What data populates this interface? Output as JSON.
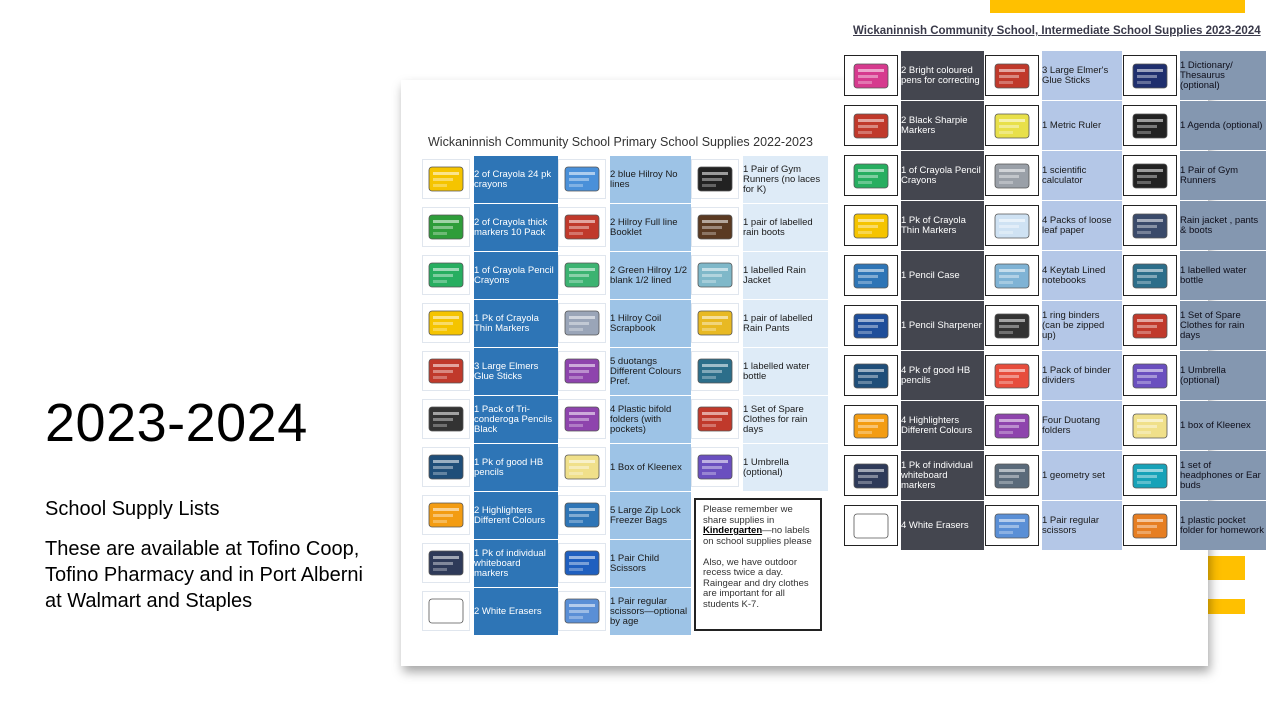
{
  "slide": {
    "title": "2023-2024",
    "subtitle": "School Supply Lists",
    "body": "These are available at Tofino Coop, Tofino Pharmacy and in Port Alberni at Walmart and Staples"
  },
  "primary": {
    "title": "Wickaninnish Community School  Primary School Supplies 2022-2023",
    "rows": [
      [
        {
          "text": "2 of Crayola 24 pk crayons",
          "icon": "crayon-box-icon",
          "color": "#f5c400"
        },
        {
          "text": "2 blue Hilroy No lines",
          "icon": "notebook-icon",
          "color": "#4a90d9"
        },
        {
          "text": "1 Pair of Gym Runners (no laces for K)",
          "icon": "runners-icon",
          "color": "#222222"
        }
      ],
      [
        {
          "text": "2 of Crayola thick markers 10 Pack",
          "icon": "markers-box-icon",
          "color": "#2e9d3a"
        },
        {
          "text": "2 Hilroy Full line Booklet",
          "icon": "booklet-icon",
          "color": "#c0392b"
        },
        {
          "text": "1 pair of labelled rain boots",
          "icon": "rain-boots-icon",
          "color": "#5a3a22"
        }
      ],
      [
        {
          "text": "1 of Crayola Pencil Crayons",
          "icon": "pencil-crayons-icon",
          "color": "#27ae60"
        },
        {
          "text": "2 Green Hilroy 1/2 blank 1/2 lined",
          "icon": "green-notebook-icon",
          "color": "#3cb371"
        },
        {
          "text": "1 labelled Rain Jacket",
          "icon": "rain-jacket-icon",
          "color": "#7fb8c9"
        }
      ],
      [
        {
          "text": "1 Pk of Crayola Thin Markers",
          "icon": "thin-markers-icon",
          "color": "#f5c400"
        },
        {
          "text": "1 Hilroy Coil Scrapbook",
          "icon": "scrapbook-icon",
          "color": "#9aa5b8"
        },
        {
          "text": "1 pair of labelled Rain Pants",
          "icon": "rain-pants-icon",
          "color": "#e8b923"
        }
      ],
      [
        {
          "text": "3 Large Elmers Glue Sticks",
          "icon": "glue-stick-icon",
          "color": "#c0392b"
        },
        {
          "text": "5 duotangs Different Colours Pref.",
          "icon": "duotang-icon",
          "color": "#8e44ad"
        },
        {
          "text": "1 labelled water bottle",
          "icon": "water-bottle-icon",
          "color": "#2c6e8a"
        }
      ],
      [
        {
          "text": "1 Pack of Tri-conderoga Pencils Black",
          "icon": "pencils-icon",
          "color": "#333333"
        },
        {
          "text": "4 Plastic bifold folders (with pockets)",
          "icon": "folder-icon",
          "color": "#8e44ad"
        },
        {
          "text": "1 Set of Spare Clothes for rain days",
          "icon": "clothes-rack-icon",
          "color": "#c0392b"
        }
      ],
      [
        {
          "text": "1 Pk of good HB pencils",
          "icon": "hb-pencils-icon",
          "color": "#1f4e79"
        },
        {
          "text": "1 Box of Kleenex",
          "icon": "tissue-box-icon",
          "color": "#f0e08a"
        },
        {
          "text": "1 Umbrella (optional)",
          "icon": "umbrella-icon",
          "color": "#6a4fbf"
        }
      ],
      [
        {
          "text": "2 Highlighters Different Colours",
          "icon": "highlighters-icon",
          "color": "#f39c12"
        },
        {
          "text": "5 Large Zip Lock Freezer Bags",
          "icon": "ziploc-bag-icon",
          "color": "#2e75b6"
        }
      ],
      [
        {
          "text": "1 Pk of individual whiteboard markers",
          "icon": "whiteboard-markers-icon",
          "color": "#2e3a59"
        },
        {
          "text": "1 Pair Child Scissors",
          "icon": "scissors-icon",
          "color": "#1f5fbf"
        }
      ],
      [
        {
          "text": "2 White Erasers",
          "icon": "eraser-icon",
          "color": "#ffffff"
        },
        {
          "text": "1 Pair regular scissors—optional by age",
          "icon": "regular-scissors-icon",
          "color": "#5a8fd6"
        }
      ]
    ],
    "note": {
      "line1": "Please remember we share supplies in",
      "emphasis": "Kindergarten",
      "line2": "—no labels on school supplies please",
      "line3": "Also, we have outdoor recess twice a day. Raingear and dry clothes are important for all students K-7."
    }
  },
  "intermediate": {
    "title": "Wickaninnish Community School, Intermediate School Supplies 2023-2024",
    "rows": [
      [
        {
          "text": "2 Bright coloured pens for correcting",
          "icon": "pens-icon",
          "color": "#d63a8e"
        },
        {
          "text": "3 Large Elmer's Glue Sticks",
          "icon": "glue-stick-icon",
          "color": "#c0392b"
        },
        {
          "text": "1 Dictionary/ Thesaurus (optional)",
          "icon": "dictionary-icon",
          "color": "#1f2f6e"
        }
      ],
      [
        {
          "text": "2 Black Sharpie Markers",
          "icon": "sharpie-icon",
          "color": "#c0392b"
        },
        {
          "text": "1 Metric Ruler",
          "icon": "ruler-icon",
          "color": "#e8e04a"
        },
        {
          "text": "1 Agenda (optional)",
          "icon": "agenda-icon",
          "color": "#222222"
        }
      ],
      [
        {
          "text": "1 of Crayola Pencil Crayons",
          "icon": "pencil-crayons-icon",
          "color": "#27ae60"
        },
        {
          "text": "1 scientific calculator",
          "icon": "calculator-icon",
          "color": "#9aa0a8"
        },
        {
          "text": "1 Pair of Gym Runners",
          "icon": "runners-icon",
          "color": "#222222"
        }
      ],
      [
        {
          "text": "1 Pk of Crayola Thin Markers",
          "icon": "thin-markers-icon",
          "color": "#f5c400"
        },
        {
          "text": "4 Packs of loose leaf paper",
          "icon": "loose-leaf-icon",
          "color": "#cfe2f3"
        },
        {
          "text": "Rain jacket , pants & boots",
          "icon": "rain-jacket-icon",
          "color": "#3a4a6a"
        }
      ],
      [
        {
          "text": "1 Pencil Case",
          "icon": "pencil-case-icon",
          "color": "#2e75b6"
        },
        {
          "text": "4 Keytab Lined notebooks",
          "icon": "notebooks-icon",
          "color": "#7fb3d5"
        },
        {
          "text": "1 labelled water bottle",
          "icon": "water-bottle-icon",
          "color": "#2c6e8a"
        }
      ],
      [
        {
          "text": "1 Pencil Sharpener",
          "icon": "sharpener-icon",
          "color": "#1f4e9a"
        },
        {
          "text": "1 ring binders (can be zipped up)",
          "icon": "binder-icon",
          "color": "#333333"
        },
        {
          "text": "1 Set of Spare Clothes for rain days",
          "icon": "clothes-rack-icon",
          "color": "#c0392b"
        }
      ],
      [
        {
          "text": "4 Pk of good HB pencils",
          "icon": "hb-pencils-icon",
          "color": "#1f4e79"
        },
        {
          "text": "1 Pack of binder dividers",
          "icon": "dividers-icon",
          "color": "#e74c3c"
        },
        {
          "text": "1 Umbrella (optional)",
          "icon": "umbrella-icon",
          "color": "#6a4fbf"
        }
      ],
      [
        {
          "text": "4 Highlighters Different Colours",
          "icon": "highlighters-icon",
          "color": "#f39c12"
        },
        {
          "text": "Four Duotang folders",
          "icon": "duotang-icon",
          "color": "#8e44ad"
        },
        {
          "text": "1 box of Kleenex",
          "icon": "tissue-box-icon",
          "color": "#f0e08a"
        }
      ],
      [
        {
          "text": "1 Pk of individual whiteboard markers",
          "icon": "whiteboard-markers-icon",
          "color": "#2e3a59"
        },
        {
          "text": "1 geometry set",
          "icon": "geometry-set-icon",
          "color": "#5a6a7a"
        },
        {
          "text": "1 set of headphones or Ear buds",
          "icon": "headphones-icon",
          "color": "#17a2b8"
        }
      ],
      [
        {
          "text": "4 White Erasers",
          "icon": "eraser-icon",
          "color": "#ffffff"
        },
        {
          "text": "1 Pair regular scissors",
          "icon": "scissors-icon",
          "color": "#5a8fd6"
        },
        {
          "text": "1 plastic pocket folder for homework",
          "icon": "pocket-folder-icon",
          "color": "#e67e22"
        }
      ]
    ]
  }
}
